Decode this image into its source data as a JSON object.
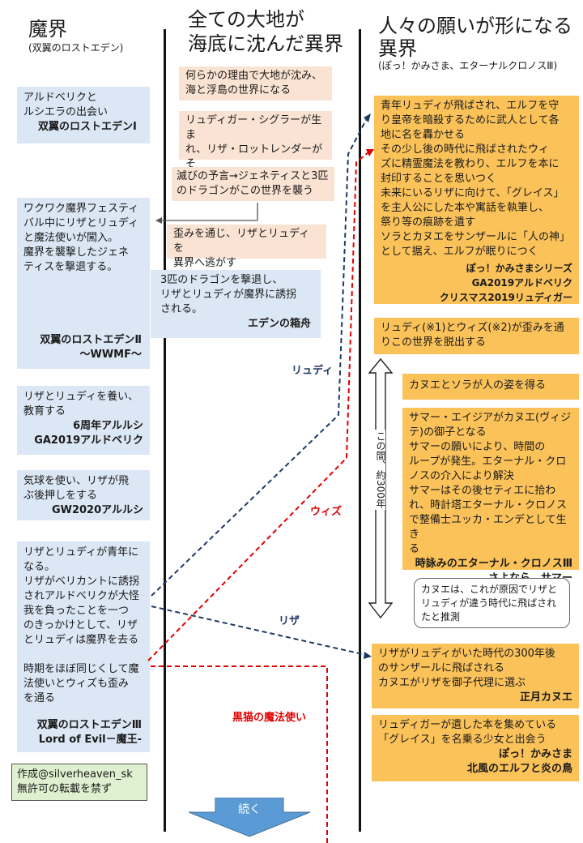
{
  "columns": {
    "left": {
      "title": "魔界",
      "subtitle": "(双翼のロストエデン)"
    },
    "middle": {
      "title_line1": "全ての大地が",
      "title_line2": "海底に沈んだ異界"
    },
    "right": {
      "title_line1": "人々の願いが形になる",
      "title_line2": "異界",
      "subtitle": "(ぽっ！かみさま、エターナルクロノスⅢ)"
    }
  },
  "left_boxes": [
    {
      "text": "アルドベリクと\nルシエラの出会い",
      "work": "双翼のロストエデンⅠ"
    },
    {
      "text": "ワクワク魔界フェスティ\nバル中にリザとリュディ\nと魔法使いが闖入。\n魔界を襲撃したジェネ\nティスを撃退する。",
      "work": "双翼のロストエデンⅡ\n～WWMF～"
    },
    {
      "text": "リザとリュディを養い、\n教育する",
      "work": "6周年アルルシ\nGA2019アルドベリク"
    },
    {
      "text": "気球を使い、リザが飛\nぶ後押しをする",
      "work": "GW2020アルルシ"
    },
    {
      "text": "リザとリュディが青年に\nなる。\nリザがベリカントに誘拐\nされアルドベリクが大怪\n我を負ったことを一つ\nのきっかけとして、リザ\nとリュディは魔界を去る\n\n時期をほぼ同じくして魔\n法使いとウィズも歪み\nを通る",
      "work": "双翼のロストエデンⅢ\nLord of Evil－魔王-"
    }
  ],
  "credit": {
    "line1": "作成@silverheaven_sk",
    "line2": "無許可の転載を禁ず"
  },
  "middle_boxes": [
    {
      "text": "何らかの理由で大地が沈み、\n海と浮島の世界になる"
    },
    {
      "text": "リュディガー・シグラーが生ま\nれ、リザ・ロットレンダーがそ\nの婚約者となる"
    },
    {
      "text": "滅びの予言→ジェネティスと3匹\nのドラゴンがこの世界を襲う"
    },
    {
      "text": "歪みを通じ、リザとリュディを\n異界へ逃がす"
    },
    {
      "text": "3匹のドラゴンを撃退し、\nリザとリュディが魔界に誘拐\nされる。",
      "work": "エデンの箱舟"
    }
  ],
  "continue_label": "続く",
  "path_labels": {
    "lydi": "リュディ",
    "wiz": "ウィズ",
    "liza": "リザ",
    "blackcat": "黒猫の魔法使い"
  },
  "right_boxes": [
    {
      "text": "青年リュディが飛ばされ、エルフを守\nり皇帝を暗殺するために武人として各\n地に名を轟かせる\nその少し後の時代に飛ばされたウィ\nズに精霊魔法を教わり、エルフを本に\n封印することを思いつく\n未来にいるリザに向けて、「グレイス」\nを主人公にした本や寓話を執筆し、\n祭り等の痕跡を遺す\nソラとカヌエをサンザールに「人の神」\nとして据え、エルフが眠りにつく",
      "work": "ぽっ！かみさまシリーズ\nGA2019アルドベリク\nクリスマス2019リュディガー"
    },
    {
      "text": "リュディ(※1)とウィズ(※2)が歪みを通\nりこの世界を脱出する"
    },
    {
      "text": "カヌエとソラが人の姿を得る"
    },
    {
      "text": "サマー・エイジアがカヌエ(ヴィジ\nテ)の御子となる\nサマーの願いにより、時間の\nループが発生。エターナル・クロ\nノスの介入により解決\nサマーはその後セティエに拾わ\nれ、時計塔エターナル・クロノス\nで整備士ユッカ・エンデとして生き\nる",
      "work": "時詠みのエターナル・クロノスⅢ\nさよなら、サマー"
    },
    {
      "text": "カヌエは、これが原因でリザと\nリュディが違う時代に飛ばされ\nたと推測"
    },
    {
      "text": "リザがリュディがいた時代の300年後\nのサンザールに飛ばされる\nカヌエがリザを御子代理に選ぶ",
      "work": "正月カヌエ"
    },
    {
      "text": "リュディガーが遺した本を集めている\n「グレイス」を名乗る少女と出会う",
      "work": "ぽっ！かみさま\n北風のエルフと炎の鳥"
    }
  ],
  "timespan_label": "この間、約300年"
}
